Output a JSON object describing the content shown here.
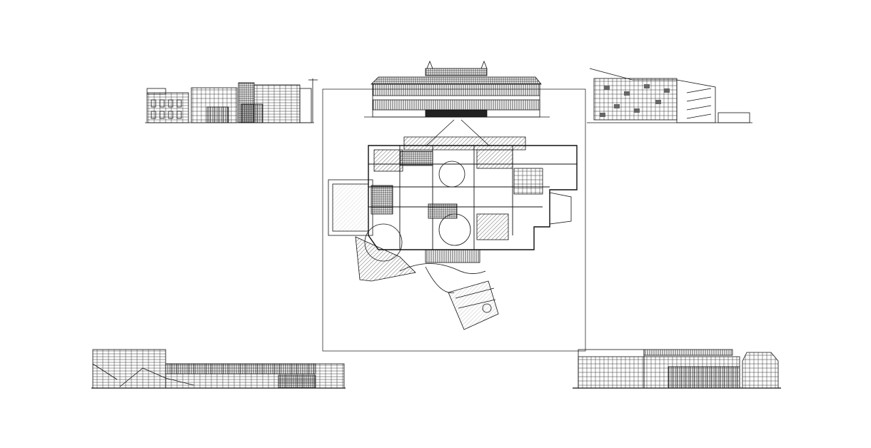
{
  "drawing": {
    "views": [
      {
        "id": "elevation-top-left",
        "kind": "elevation"
      },
      {
        "id": "elevation-top-center",
        "kind": "elevation"
      },
      {
        "id": "elevation-top-right",
        "kind": "elevation"
      },
      {
        "id": "site-plan",
        "kind": "floor-plan"
      },
      {
        "id": "elevation-bottom-left",
        "kind": "elevation"
      },
      {
        "id": "elevation-bottom-right",
        "kind": "elevation"
      }
    ],
    "colors": {
      "background": "#ffffff",
      "line": "#111111",
      "hatch": "#555555",
      "fill_dark": "#222222"
    }
  }
}
